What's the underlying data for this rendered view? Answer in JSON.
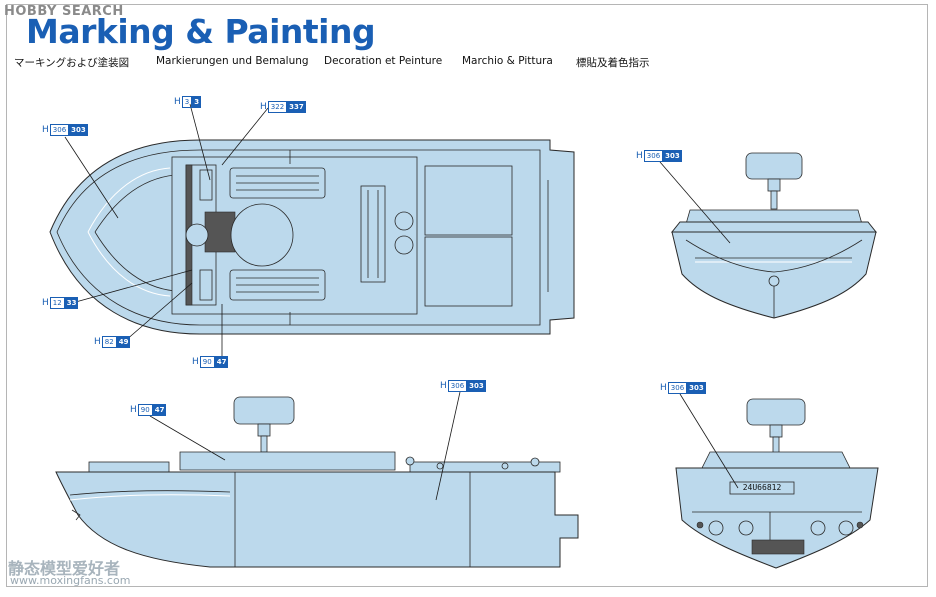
{
  "header": {
    "watermark": "HOBBY SEARCH",
    "title": "Marking & Painting",
    "subtitles": [
      "マーキングおよび塗装図",
      "Markierungen und Bemalung",
      "Decoration et Peinture",
      "Marchio & Pittura",
      "標貼及着色指示"
    ]
  },
  "callouts": [
    {
      "prefix": "H",
      "code": "3",
      "code2": "3"
    },
    {
      "prefix": "H",
      "code": "322",
      "code2": "337"
    },
    {
      "prefix": "H",
      "code": "306",
      "code2": "303"
    },
    {
      "prefix": "H",
      "code": "12",
      "code2": "33"
    },
    {
      "prefix": "H",
      "code": "82",
      "code2": "49"
    },
    {
      "prefix": "H",
      "code": "90",
      "code2": "47"
    },
    {
      "prefix": "H",
      "code": "306",
      "code2": "303"
    },
    {
      "prefix": "H",
      "code": "90",
      "code2": "47"
    },
    {
      "prefix": "H",
      "code": "306",
      "code2": "303"
    },
    {
      "prefix": "H",
      "code": "306",
      "code2": "303"
    }
  ],
  "hull_marking": "24U66812",
  "footer": {
    "watermark": "静态模型爱好者",
    "url": "www.moxingfans.com"
  },
  "colors": {
    "hull": "#bcd9ec",
    "line": "#2a2a2a",
    "accent": "#1a5fb4"
  }
}
